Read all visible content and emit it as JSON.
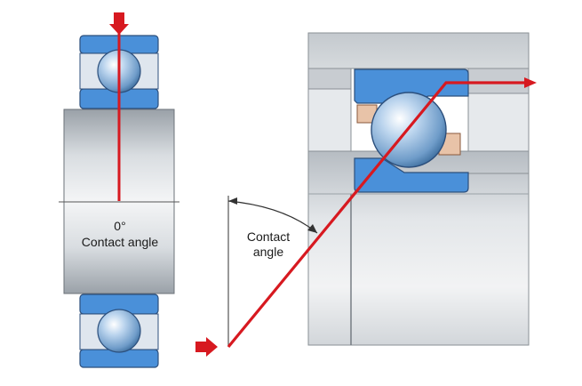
{
  "left_bearing": {
    "angle_label": "0°",
    "caption": "Contact angle"
  },
  "right_bearing": {
    "caption_line1": "Contact",
    "caption_line2": "angle"
  },
  "colors": {
    "load_line": "#d71920",
    "ring_blue": "#4a90d9",
    "ring_outline": "#2c4f7c",
    "ball": "#8fb6dd",
    "cage": "#e8c3a8",
    "shaft": "#cfd3d8"
  }
}
